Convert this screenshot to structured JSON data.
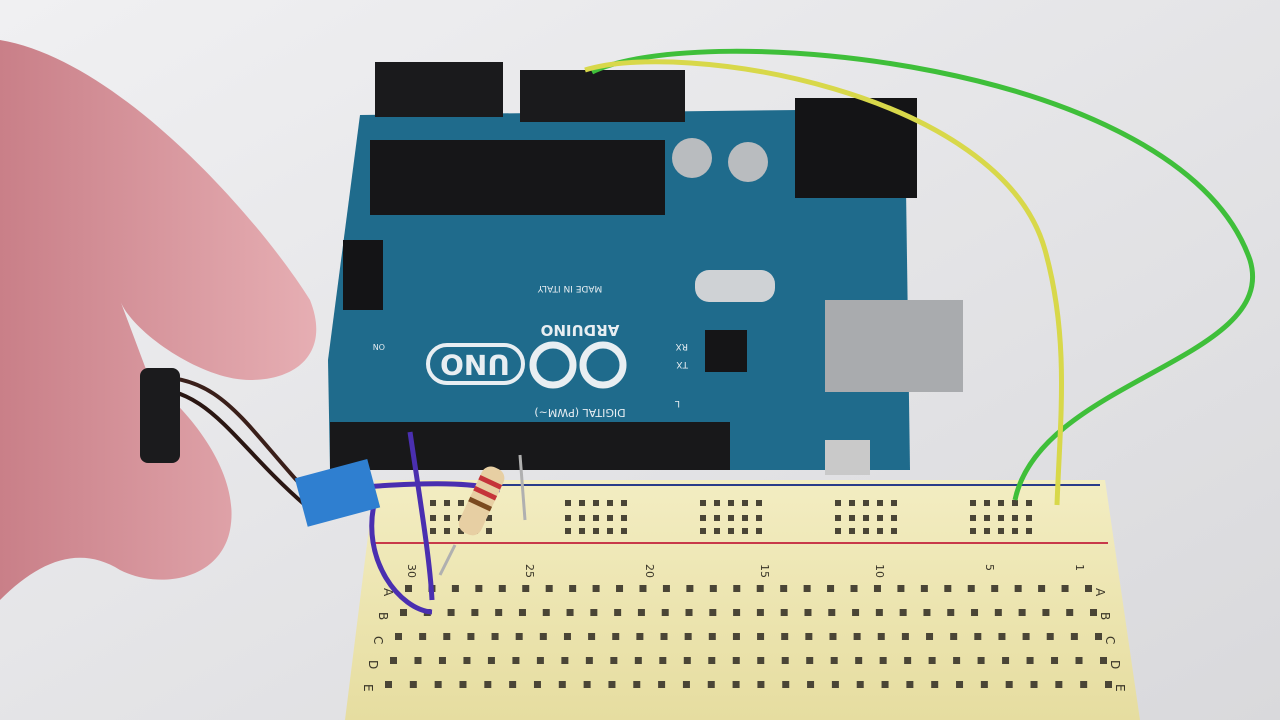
{
  "board": {
    "logo_word": "UNO",
    "brand": "ARDUINO",
    "digital_label": "DIGITAL (PWM~)",
    "made_in": "MADE IN ITALY",
    "rx_label": "RX",
    "tx_label": "TX",
    "l_label": "L",
    "on_label": "ON"
  },
  "breadboard": {
    "column_numbers": [
      "30",
      "25",
      "20",
      "15",
      "10",
      "5",
      "1"
    ],
    "row_letters": [
      "A",
      "B",
      "C",
      "D",
      "E"
    ]
  },
  "colors": {
    "background": "#e6e6e8",
    "board_blue": "#1f6b8c",
    "breadboard": "#efe9b6",
    "wire_green": "#3fbf3a",
    "wire_yellow": "#d8d84a",
    "wire_purple": "#4a2fb0",
    "hand": "#d9979e"
  }
}
